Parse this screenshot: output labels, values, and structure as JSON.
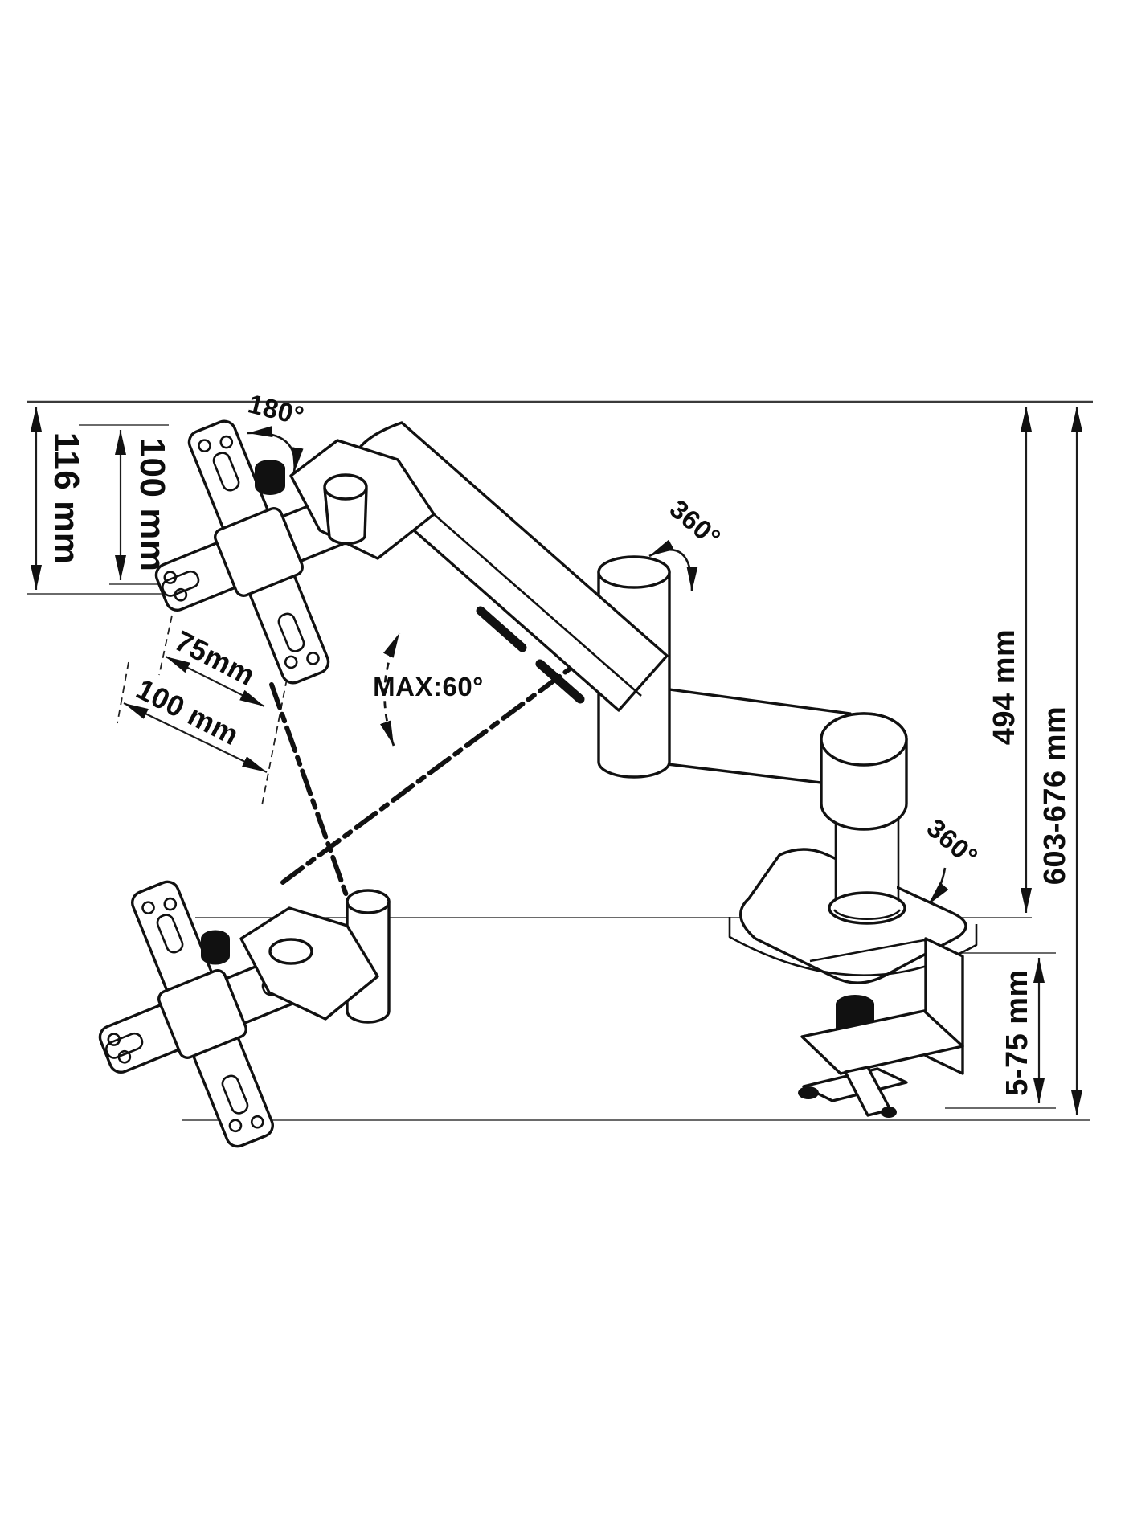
{
  "diagram": {
    "background": "#ffffff",
    "ink": "#111111",
    "labels": {
      "plate_height": "116 mm",
      "vesa_vertical": "100 mm",
      "vesa_75": "75mm",
      "vesa_100": "100 mm",
      "rotation_head": "180°",
      "max_tilt": "MAX:60°",
      "swivel_arm": "360°",
      "swivel_base": "360°",
      "arm_height": "494 mm",
      "total_height": "603-676 mm",
      "clamp_thickness": "5-75 mm"
    }
  }
}
